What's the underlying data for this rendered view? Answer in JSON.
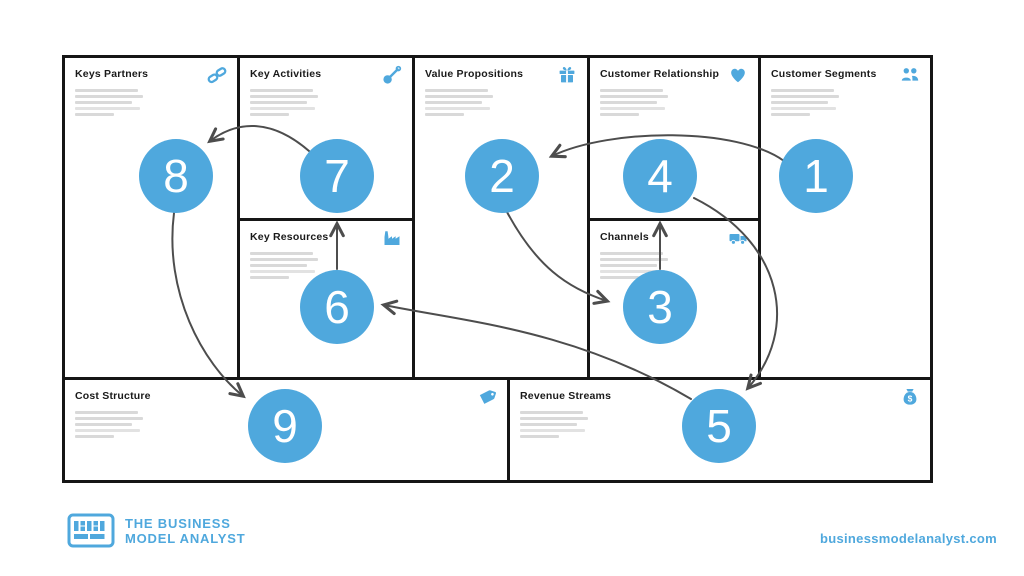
{
  "title": "Business Model Canvas fill-in order diagram",
  "colors": {
    "accent": "#4FA8DD",
    "arrow": "#4D4D4D",
    "grid_border": "#161616",
    "placeholder_line": "#D9D9D9",
    "section_title": "#1A1A1A",
    "background": "#FFFFFF"
  },
  "canvas": {
    "sections": [
      {
        "id": "key-partners",
        "title": "Keys Partners",
        "icon": "chain-link-icon"
      },
      {
        "id": "key-activities",
        "title": "Key Activities",
        "icon": "wrench-icon"
      },
      {
        "id": "key-resources",
        "title": "Key Resources",
        "icon": "factory-icon"
      },
      {
        "id": "value-propositions",
        "title": "Value Propositions",
        "icon": "gift-icon"
      },
      {
        "id": "customer-relationship",
        "title": "Customer Relationship",
        "icon": "heart-icon"
      },
      {
        "id": "channels",
        "title": "Channels",
        "icon": "truck-icon"
      },
      {
        "id": "customer-segments",
        "title": "Customer Segments",
        "icon": "people-icon"
      },
      {
        "id": "cost-structure",
        "title": "Cost Structure",
        "icon": "tag-icon"
      },
      {
        "id": "revenue-streams",
        "title": "Revenue Streams",
        "icon": "money-bag-icon"
      }
    ],
    "steps": [
      {
        "number": "1",
        "section": "Customer Segments"
      },
      {
        "number": "2",
        "section": "Value Propositions"
      },
      {
        "number": "3",
        "section": "Channels"
      },
      {
        "number": "4",
        "section": "Customer Relationship"
      },
      {
        "number": "5",
        "section": "Revenue Streams"
      },
      {
        "number": "6",
        "section": "Key Resources"
      },
      {
        "number": "7",
        "section": "Key Activities"
      },
      {
        "number": "8",
        "section": "Keys Partners"
      },
      {
        "number": "9",
        "section": "Cost Structure"
      }
    ],
    "connections": [
      "1-2",
      "2-3",
      "3-4",
      "4-5",
      "5-6",
      "6-7",
      "7-8",
      "8-9"
    ]
  },
  "footer": {
    "logo_line1": "THE BUSINESS",
    "logo_line2": "MODEL ANALYST",
    "website": "businessmodelanalyst.com"
  }
}
